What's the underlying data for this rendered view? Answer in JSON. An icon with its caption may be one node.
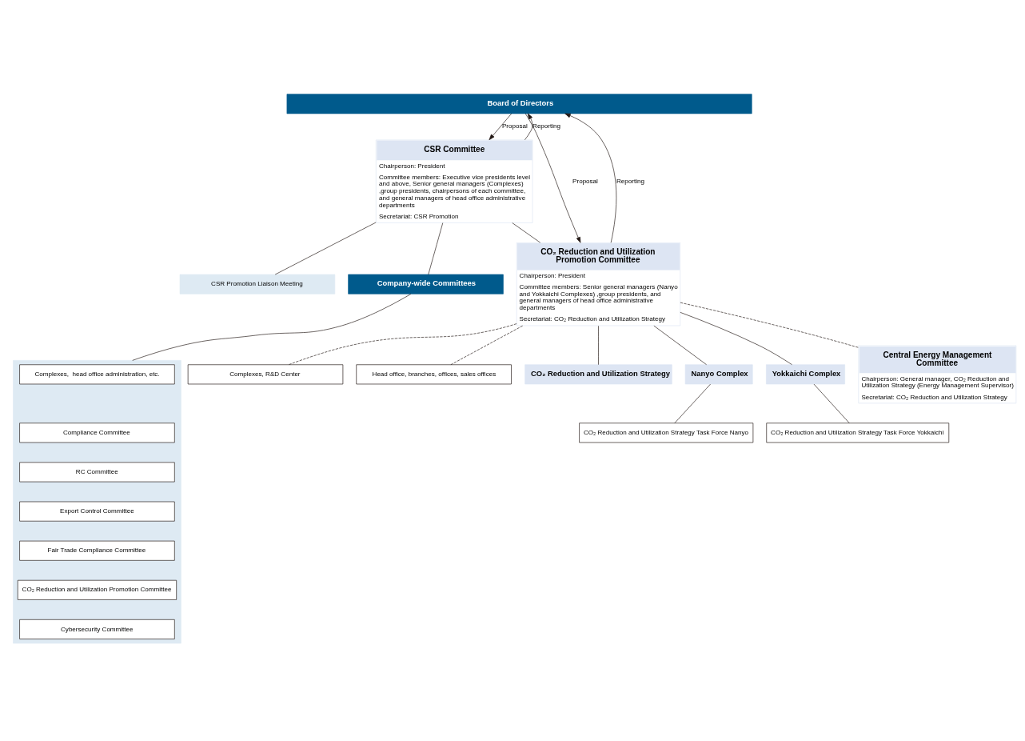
{
  "diagram": {
    "nodes": [
      {
        "text": [
          "Board of Directors"
        ]
      },
      {
        "text": [
          "CSR Committee",
          "Chairperson: President",
          "Committee members: Executive vice presidents level and above, Senior general managers (Complexes) ,group presidents, chairpersons of each committee, and general managers of head office administrative departments",
          "Secretariat: CSR Promotion"
        ]
      },
      {
        "text": [
          "CO₂ Reduction and Utilization Promotion Committee",
          "Chairperson: President",
          "Committee members: Senior general managers (Nanyo and Yokkaichi Complexes) ,group presidents, and general managers of head office administrative departments",
          "Secretariat: CO₂ Reduction and Utilization Strategy"
        ]
      },
      {
        "text": [
          "Central Energy Management Committee",
          "Chairperson: General manager, CO₂ Reduction and Utilization Strategy (Energy Management Supervisor)",
          "Secretariat: CO₂ Reduction and Utilization Strategy"
        ]
      },
      {
        "text": [
          "Company-wide Committees"
        ]
      },
      {
        "text": [],
        "shape": "box"
      },
      {
        "text": [
          "Complexes,  head office administration, etc."
        ],
        "in": 5
      },
      {
        "text": [
          "Compliance Committee"
        ],
        "in": 5
      },
      {
        "text": [
          "RC Committee"
        ],
        "in": 5
      },
      {
        "text": [
          "Export Control Committee"
        ],
        "in": 5
      },
      {
        "text": [
          "Fair Trade Compliance Committee"
        ],
        "in": 5
      },
      {
        "text": [
          "CO₂ Reduction and Utilization Promotion Committee"
        ],
        "in": 5
      },
      {
        "text": [
          "Cybersecurity Committee"
        ],
        "in": 5
      },
      {
        "text": [
          "Complexes, R&D Center"
        ]
      },
      {
        "text": [
          "Head office, branches, offices, sales offices"
        ]
      },
      {
        "text": [
          "CO₂ Reduction and Utilization Strategy"
        ]
      },
      {
        "text": [
          "Nanyo Complex"
        ]
      },
      {
        "text": [
          "CO₂ Reduction and Utilization Strategy Task Force Nanyo"
        ]
      },
      {
        "text": [
          "Yokkaichi Complex"
        ]
      },
      {
        "text": [
          "CO₂ Reduction and Utilization Strategy Task Force Yokkaichi"
        ]
      },
      {
        "text": [
          "CSR Promotion Liaison Meeting"
        ]
      }
    ],
    "edges": [
      {
        "from": 1,
        "to": 0,
        "arrow": "to",
        "label": "Reporting"
      },
      {
        "from": 0,
        "to": 1,
        "arrow": "to",
        "label": "Proposal"
      },
      {
        "from": 2,
        "to": 0,
        "arrow": "to",
        "label": "Reporting"
      },
      {
        "from": 0,
        "to": 2,
        "arrow": "to",
        "label": "Proposal"
      },
      {
        "from": 1,
        "to": 2,
        "arrow": "none"
      },
      {
        "from": 1,
        "to": 4,
        "arrow": "none"
      },
      {
        "from": 4,
        "to": 5,
        "arrow": "none"
      },
      {
        "from": 1,
        "to": 20,
        "arrow": "none"
      },
      {
        "from": 2,
        "to": 15,
        "arrow": "none"
      },
      {
        "from": 2,
        "to": 16,
        "arrow": "none"
      },
      {
        "from": 2,
        "to": 18,
        "arrow": "none"
      },
      {
        "from": 16,
        "to": 17,
        "arrow": "none"
      },
      {
        "from": 18,
        "to": 19,
        "arrow": "none"
      },
      {
        "from": 2,
        "to": 3,
        "arrow": "none",
        "style": "dashed"
      },
      {
        "from": 2,
        "to": 13,
        "arrow": "none",
        "style": "dashed"
      },
      {
        "from": 2,
        "to": 14,
        "arrow": "none",
        "style": "dashed"
      }
    ]
  }
}
